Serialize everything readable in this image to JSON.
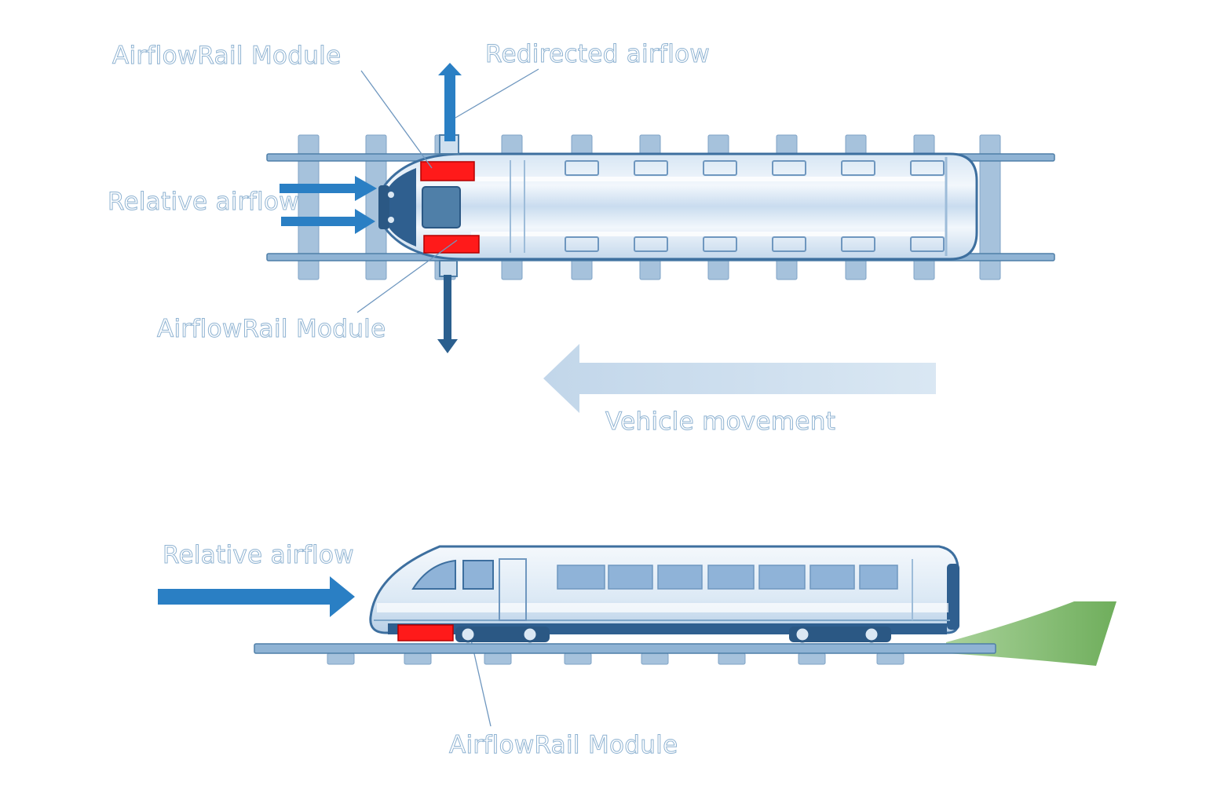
{
  "labels": {
    "top_module": "AirflowRail Module",
    "redirected_airflow": "Redirected airflow",
    "relative_airflow_top": "Relative airflow",
    "bottom_module": "AirflowRail Module",
    "vehicle_movement": "Vehicle movement",
    "relative_airflow_side": "Relative airflow",
    "side_module": "AirflowRail Module"
  },
  "colors": {
    "label_outline": "#8fb3d2",
    "rail": "#7fa7c9",
    "rail_edge": "#4f7fa8",
    "sleeper": "#9dbbd6",
    "body_light": "#e8f1f9",
    "body_mid": "#bcd4ea",
    "body_dark": "#2f5f8f",
    "window": "#8fb3d8",
    "module_red": "#ff1a1a",
    "arrow_blue": "#2a7fc4",
    "arrow_dark": "#2b5f8e",
    "movement_arrow": "#c4d8eb",
    "wake_green": "#7fb86a"
  },
  "icons": {
    "air_arrow": "arrow-right-icon",
    "redirect_up": "arrow-up-icon",
    "redirect_down": "arrow-down-icon",
    "movement": "arrow-left-icon"
  }
}
